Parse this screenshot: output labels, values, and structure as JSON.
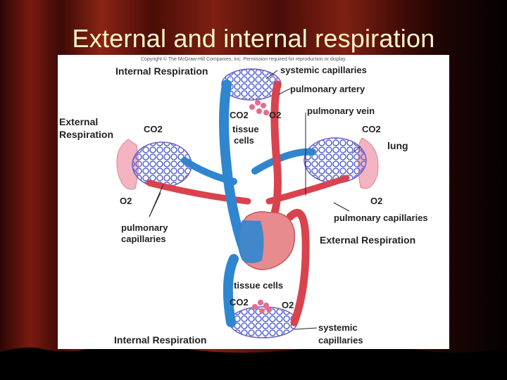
{
  "slide": {
    "title": "External and internal respiration"
  },
  "figure": {
    "copyright": "Copyright © The McGraw-Hill Companies, Inc. Permission required for reproduction or display.",
    "labels": {
      "internal_respiration_top": "Internal Respiration",
      "systemic_capillaries_top": "systemic capillaries",
      "pulmonary_artery": "pulmonary artery",
      "pulmonary_vein": "pulmonary vein",
      "external_respiration_left_1": "External",
      "external_respiration_left_2": "Respiration",
      "co2_left": "CO2",
      "o2_left": "O2",
      "co2_top": "CO2",
      "o2_top": "O2",
      "tissue_cells_top_1": "tissue",
      "tissue_cells_top_2": "cells",
      "co2_right": "CO2",
      "lung": "lung",
      "o2_right": "O2",
      "pulmonary_capillaries_right": "pulmonary capillaries",
      "pulmonary_capillaries_left_1": "pulmonary",
      "pulmonary_capillaries_left_2": "capillaries",
      "external_respiration_right": "External Respiration",
      "tissue_cells_bottom": "tissue cells",
      "co2_bottom": "CO2",
      "o2_bottom": "O2",
      "systemic_capillaries_bottom_1": "systemic",
      "systemic_capillaries_bottom_2": "capillaries",
      "internal_respiration_bottom": "Internal Respiration"
    },
    "colors": {
      "deoxygenated": "#2f86cf",
      "oxygenated": "#d9434e",
      "lung": "#f0a6b4",
      "heart": "#e88b8e"
    }
  }
}
